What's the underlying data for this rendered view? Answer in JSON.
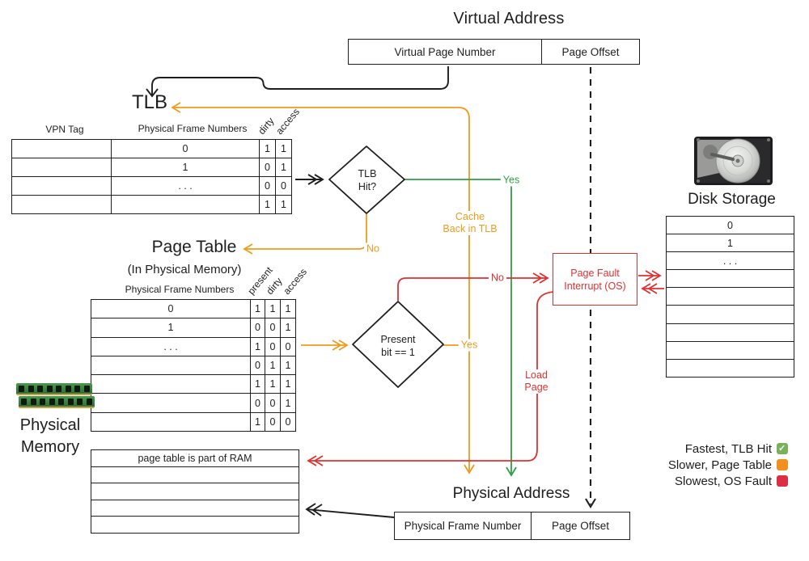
{
  "virtual_address": {
    "title": "Virtual Address",
    "vpn": "Virtual Page Number",
    "offset": "Page Offset"
  },
  "tlb": {
    "title": "TLB",
    "header_vpn_tag": "VPN Tag",
    "header_pfn": "Physical Frame Numbers",
    "header_dirty": "dirty",
    "header_access": "access",
    "rows": [
      {
        "vpn_tag": "",
        "pfn": "0",
        "dirty": "1",
        "access": "1"
      },
      {
        "vpn_tag": "",
        "pfn": "1",
        "dirty": "0",
        "access": "1"
      },
      {
        "vpn_tag": "",
        "pfn": ". . .",
        "dirty": "0",
        "access": "0"
      },
      {
        "vpn_tag": "",
        "pfn": "",
        "dirty": "1",
        "access": "1"
      }
    ]
  },
  "flow": {
    "tlb_hit_line1": "TLB",
    "tlb_hit_line2": "Hit?",
    "tlb_yes": "Yes",
    "tlb_no": "No",
    "cache_line1": "Cache",
    "cache_line2": "Back in TLB",
    "present_line1": "Present",
    "present_line2": "bit == 1",
    "present_yes": "Yes",
    "fault_no": "No",
    "load_line1": "Load",
    "load_line2": "Page"
  },
  "page_table": {
    "title": "Page Table",
    "subtitle": "(In Physical Memory)",
    "header_pfn": "Physical Frame Numbers",
    "header_present": "present",
    "header_dirty": "dirty",
    "header_access": "access",
    "rows": [
      {
        "pfn": "0",
        "present": "1",
        "dirty": "1",
        "access": "1"
      },
      {
        "pfn": "1",
        "present": "0",
        "dirty": "0",
        "access": "1"
      },
      {
        "pfn": ". . .",
        "present": "1",
        "dirty": "0",
        "access": "0"
      },
      {
        "pfn": "",
        "present": "0",
        "dirty": "1",
        "access": "1"
      },
      {
        "pfn": "",
        "present": "1",
        "dirty": "1",
        "access": "1"
      },
      {
        "pfn": "",
        "present": "0",
        "dirty": "0",
        "access": "1"
      },
      {
        "pfn": "",
        "present": "1",
        "dirty": "0",
        "access": "0"
      }
    ]
  },
  "page_fault": {
    "line1": "Page Fault",
    "line2": "Interrupt (OS)"
  },
  "disk": {
    "title": "Disk Storage",
    "rows": [
      "0",
      "1",
      ". . .",
      "",
      "",
      "",
      "",
      "",
      ""
    ]
  },
  "physical_memory": {
    "line1": "Physical",
    "line2": "Memory",
    "ram_note": "page table is part of RAM",
    "empty_rows": [
      "",
      "",
      "",
      ""
    ]
  },
  "physical_address": {
    "title": "Physical Address",
    "pfn": "Physical Frame Number",
    "offset": "Page Offset"
  },
  "legend": {
    "items": [
      {
        "label": "Fastest, TLB Hit",
        "icon": "check-badge",
        "color": "#78b259"
      },
      {
        "label": "Slower, Page Table",
        "icon": "orange-square",
        "color": "#f19020"
      },
      {
        "label": "Slowest, OS Fault",
        "icon": "red-square",
        "color": "#dd2e44"
      }
    ]
  },
  "colors": {
    "wire_orange": "#ef9b1d",
    "wire_green": "#2f9e44",
    "wire_red": "#e03131",
    "wire_black": "#1e1e1e"
  }
}
